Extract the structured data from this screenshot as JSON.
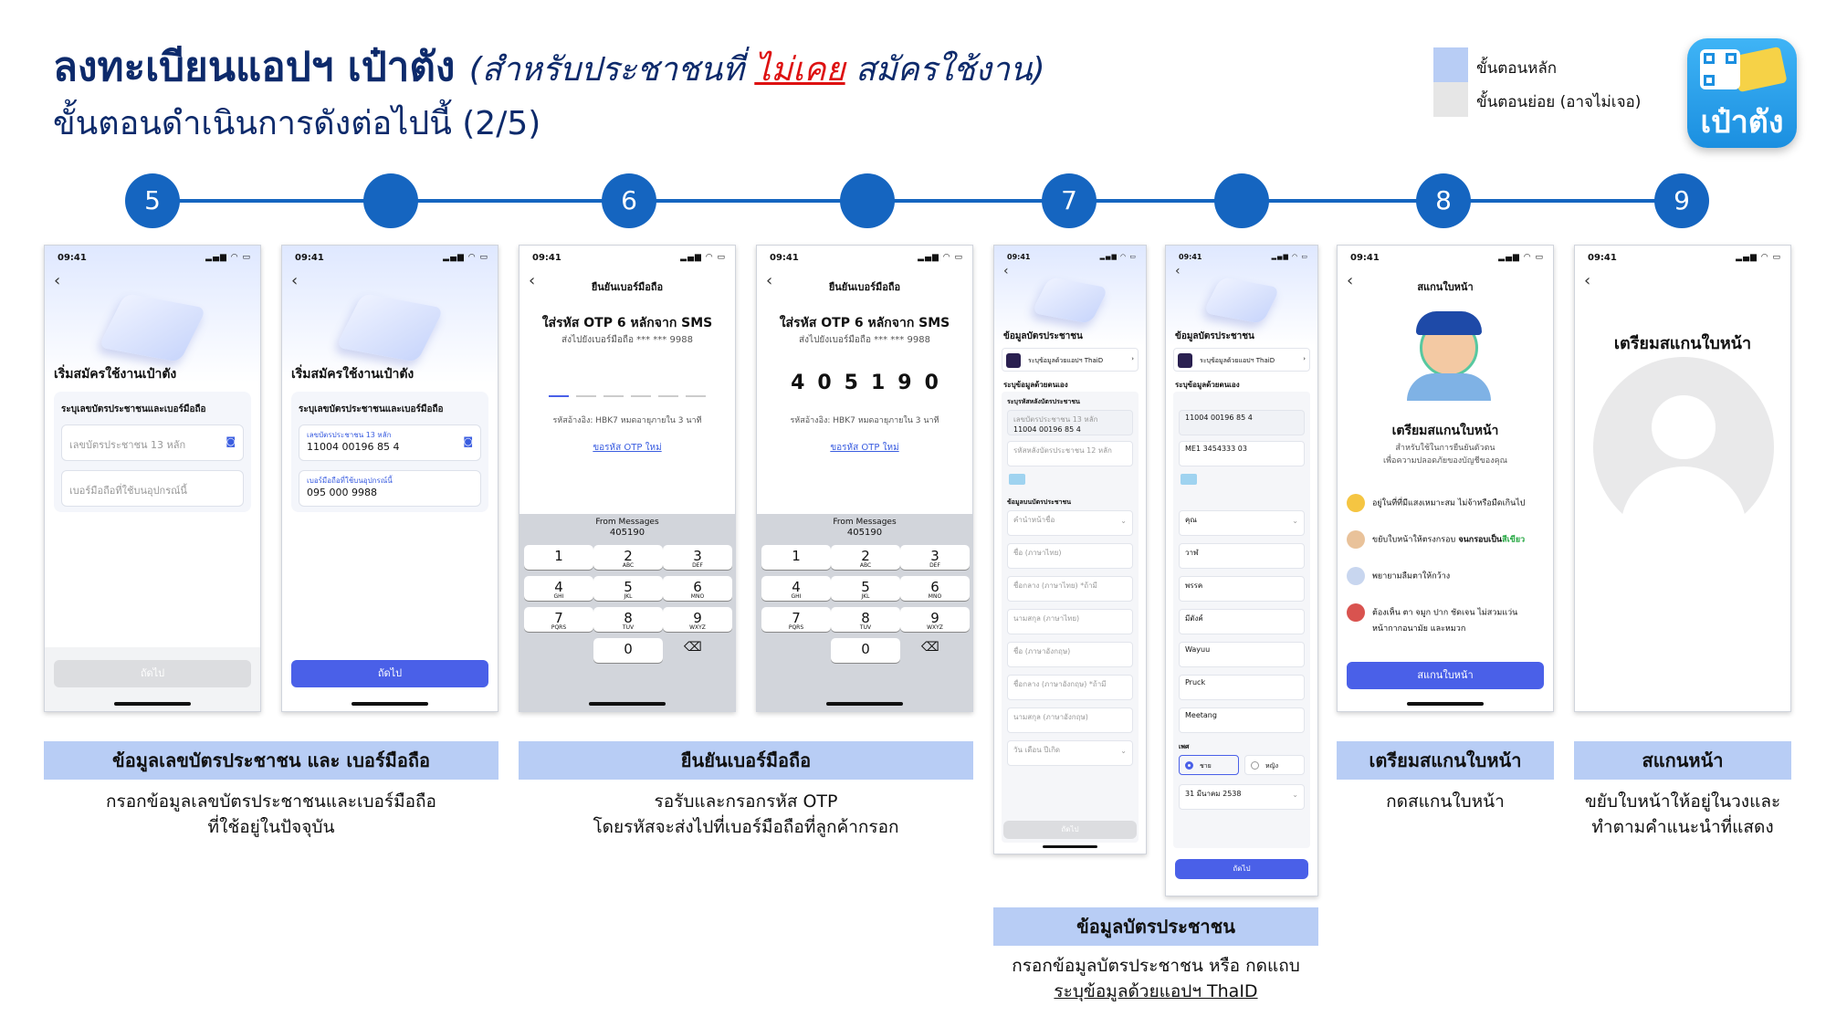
{
  "header": {
    "title_main": "ลงทะเบียนแอปฯ เป๋าตัง",
    "title_sub_pre": "(สำหรับประชาชนที่",
    "title_sub_red": "ไม่เคย",
    "title_sub_post": "สมัครใช้งาน)",
    "subtitle": "ขั้นตอนดำเนินการดังต่อไปนี้ (2/5)"
  },
  "legend": {
    "main": "ขั้นตอนหลัก",
    "sub": "ขั้นตอนย่อย (อาจไม่เจอ)",
    "main_color": "#b8cdf5",
    "sub_color": "#e6e6e6"
  },
  "logo": {
    "text": "เป๋าตัง"
  },
  "timeline": {
    "nodes": [
      "5",
      "",
      "6",
      "",
      "7",
      "",
      "8",
      "9"
    ]
  },
  "screens": {
    "s1": {
      "time": "09:41",
      "heading": "เริ่มสมัครใช้งานเป๋าตัง",
      "box_label": "ระบุเลขบัตรประชาชนและเบอร์มือถือ",
      "id_placeholder": "เลขบัตรประชาชน 13 หลัก",
      "phone_placeholder": "เบอร์มือถือที่ใช้บนอุปกรณ์นี้",
      "button": "ถัดไป"
    },
    "s2": {
      "time": "09:41",
      "heading": "เริ่มสมัครใช้งานเป๋าตัง",
      "box_label": "ระบุเลขบัตรประชาชนและเบอร์มือถือ",
      "id_label": "เลขบัตรประชาชน 13 หลัก",
      "id_value": "11004 00196 85 4",
      "phone_label": "เบอร์มือถือที่ใช้บนอุปกรณ์นี้",
      "phone_value": "095 000 9988",
      "button": "ถัดไป"
    },
    "s3": {
      "time": "09:41",
      "title": "ยืนยันเบอร์มือถือ",
      "otp_heading": "ใส่รหัส OTP 6 หลักจาก SMS",
      "otp_sub": "ส่งไปยังเบอร์มือถือ *** *** 9988",
      "ref": "รหัสอ้างอิง: HBK7   หมดอายุภายใน 3 นาที",
      "resend": "ขอรหัส OTP ใหม่",
      "kb_from": "From Messages",
      "kb_code": "405190"
    },
    "s4": {
      "time": "09:41",
      "title": "ยืนยันเบอร์มือถือ",
      "otp_heading": "ใส่รหัส OTP 6 หลักจาก SMS",
      "otp_sub": "ส่งไปยังเบอร์มือถือ *** *** 9988",
      "otp_value": "405190",
      "ref": "รหัสอ้างอิง: HBK7   หมดอายุภายใน 3 นาที",
      "resend": "ขอรหัส OTP ใหม่",
      "kb_from": "From Messages",
      "kb_code": "405190"
    },
    "s5": {
      "time": "09:41",
      "heading": "ข้อมูลบัตรประชาชน",
      "thaid": "ระบุข้อมูลด้วยแอปฯ ThaiD",
      "self": "ระบุข้อมูลด้วยตนเอง",
      "front": "ระบุรหัสหลังบัตรประชาชน",
      "id_label": "เลขบัตรประชาชน 13 หลัก",
      "id_value": "11004 00196 85 4",
      "back_code": "รหัสหลังบัตรประชาชน 12 หลัก",
      "info": "ข้อมูลบนบัตรประชาชน",
      "f1": "คำนำหน้าชื่อ",
      "f2": "ชื่อ (ภาษาไทย)",
      "f3": "ชื่อกลาง (ภาษาไทย) *ถ้ามี",
      "f4": "นามสกุล (ภาษาไทย)",
      "f5": "ชื่อ (ภาษาอังกฤษ)",
      "f6": "ชื่อกลาง (ภาษาอังกฤษ) *ถ้ามี",
      "f7": "นามสกุล (ภาษาอังกฤษ)",
      "f8": "วัน เดือน ปีเกิด",
      "button": "ถัดไป"
    },
    "s6": {
      "time": "09:41",
      "heading": "ข้อมูลบัตรประชาชน",
      "thaid": "ระบุข้อมูลด้วยแอปฯ ThaiD",
      "self": "ระบุข้อมูลด้วยตนเอง",
      "id_value": "11004 00196 85 4",
      "back_value": "ME1 3454333 03",
      "v1": "คุณ",
      "v2": "วาฬ",
      "v3": "พรรค",
      "v4": "มีตังค์",
      "v5": "Wayuu",
      "v6": "Pruck",
      "v7": "Meetang",
      "gender_label": "เพศ",
      "male": "ชาย",
      "female": "หญิง",
      "dob": "31 มีนาคม 2538",
      "button": "ถัดไป"
    },
    "s7": {
      "time": "09:41",
      "title": "สแกนใบหน้า",
      "heading": "เตรียมสแกนใบหน้า",
      "sub1": "สำหรับใช้ในการยืนยันตัวตน",
      "sub2": "เพื่อความปลอดภัยของบัญชีของคุณ",
      "t1": "อยู่ในที่ที่มีแสงเหมาะสม ไม่จ้าหรือมืดเกินไป",
      "t2_pre": "ขยับใบหน้าให้ตรงกรอบ",
      "t2_bold": " จนกรอบเป็น",
      "t2_green": "สีเขียว",
      "t3": "พยายามลืมตาให้กว้าง",
      "t4a": "ต้องเห็น ตา จมูก ปาก ชัดเจน ไม่สวมแว่น",
      "t4b": "หน้ากากอนามัย และหมวก",
      "button": "สแกนใบหน้า"
    },
    "s8": {
      "time": "09:41",
      "heading": "เตรียมสแกนใบหน้า"
    }
  },
  "labels": {
    "l1": "ข้อมูลเลขบัตรประชาชน และ เบอร์มือถือ",
    "d1a": "กรอกข้อมูลเลขบัตรประชาชนและเบอร์มือถือ",
    "d1b": "ที่ใช้อยู่ในปัจจุบัน",
    "l2": "ยืนยันเบอร์มือถือ",
    "d2a": "รอรับและกรอกรหัส OTP",
    "d2b": "โดยรหัสจะส่งไปที่เบอร์มือถือที่ลูกค้ากรอก",
    "l3": "ข้อมูลบัตรประชาชน",
    "d3a": "กรอกข้อมูลบัตรประชาชน หรือ กดแถบ",
    "d3b": "ระบุข้อมูลด้วยแอปฯ ThaID",
    "l4": "เตรียมสแกนใบหน้า",
    "d4a": "กดสแกนใบหน้า",
    "l5": "สแกนหน้า",
    "d5a": "ขยับใบหน้าให้อยู่ในวงและ",
    "d5b": "ทำตามคำแนะนำที่แสดง"
  },
  "keypad": [
    {
      "n": "1",
      "l": ""
    },
    {
      "n": "2",
      "l": "ABC"
    },
    {
      "n": "3",
      "l": "DEF"
    },
    {
      "n": "4",
      "l": "GHI"
    },
    {
      "n": "5",
      "l": "JKL"
    },
    {
      "n": "6",
      "l": "MNO"
    },
    {
      "n": "7",
      "l": "PQRS"
    },
    {
      "n": "8",
      "l": "TUV"
    },
    {
      "n": "9",
      "l": "WXYZ"
    },
    {
      "n": "0",
      "l": ""
    }
  ]
}
